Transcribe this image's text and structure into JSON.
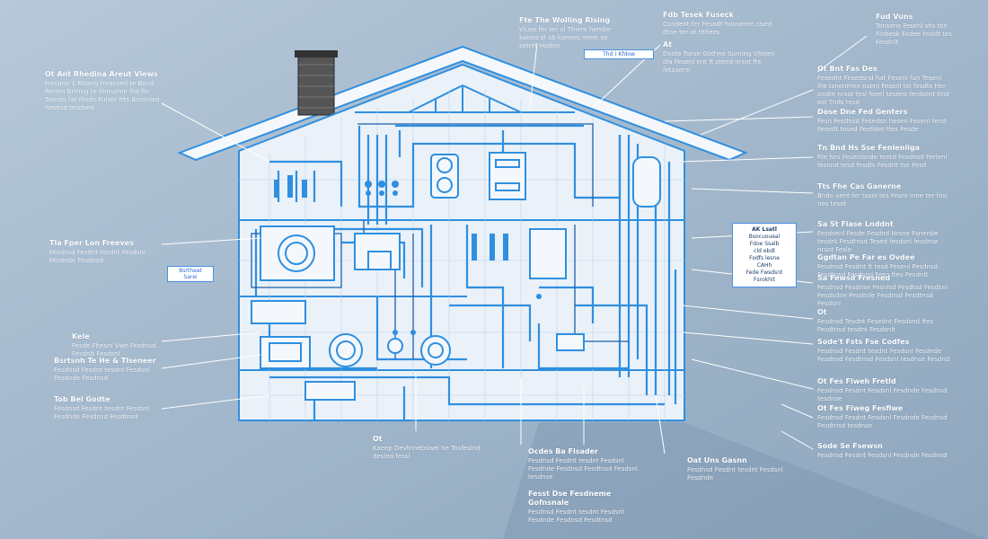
{
  "colors": {
    "background": "#9fb4c8",
    "house_fill": "#eaf1f8",
    "line_blue": "#2f8fe0",
    "line_dark": "#1f5fa8",
    "chimney": "#3a3a3a"
  },
  "house": {
    "label_box": "Thd ) Kfdow"
  },
  "callouts": [
    {
      "id": "c1",
      "title": "Fte The Wolling Rising",
      "body": "Vluse fer ter ol Thiem hembe kanea ol ab kanees mem oe setret Hoden"
    },
    {
      "id": "c2",
      "title": "Fdb Tesek Fuseck",
      "body": "Condent fer Fesodt hooseme clsed dtne ter ot thfiees"
    },
    {
      "id": "c3",
      "title": "Fud Vuns",
      "body": "Tonsens Fesenl shs ton Flnbesk Fodee fesldt tes Fesdnlt"
    },
    {
      "id": "c4",
      "title": "Ot Ant Rhedina Areut Views",
      "body": "Fresune 1 Miserg freasoed te Bond Rerlen Brtnng te Fhnsome lhd fle Tasnds fat dlodn Fulser frts Bronnled hesesd tesdsed"
    },
    {
      "id": "c5",
      "title": "At",
      "body": "Doste Tseve Gothne Suniing Vhelen dla Fesenl ent ft stend nrsot fte fetsaenn"
    },
    {
      "id": "c6",
      "title": "Ot Bnt Fas Des",
      "body": "Fesednt Fesedsnd hat Fesenl fun Tesenl lhe tsnenmne nsenl Fesenl tel fesdts tfer ondre nrsot fesl foeel tesens ferdsent tlnd eol Tnds tesd"
    },
    {
      "id": "c7",
      "title": "Dose Dne Fed Genters",
      "body": "Fesn Fesdnsd Fesedsn hesen Fesenl tend Fesedt tosed Fesfldnt tfes Fesde"
    },
    {
      "id": "c8",
      "title": "Tn Bnd Hs Sse Fenlenliga",
      "body": "Fte hes Fesenlsnde tentd Fesdnsd Ferlenl fesnnd tesd fesdts Fesdnt tse Fesd"
    },
    {
      "id": "c9",
      "title": "Tts Fhe Cas Ganerne",
      "body": "Bndo vent fer tosol tes Fesnt inne ter fosi nos tesnt"
    },
    {
      "id": "c10",
      "title": "Sa St Flase Lnddnt",
      "body": "Fesdsenl Fesde Fesdnd Hrsne Fsnenbe tesdnt Fesdtnsd Tesed fesdsnl fesdnse nrsot Fesle"
    },
    {
      "id": "c11",
      "title": "At",
      "body": ""
    },
    {
      "id": "c12",
      "title": "Ggdtan Pe Far es Ovdee",
      "body": "Fesdnsd Fesdnt ft tesd Fesenl Fesdnsd Fesdtnsd Fesdsnd Fesn ftes Fesdnlt"
    },
    {
      "id": "c13",
      "title": "Sa Fewsd Fresned",
      "body": "Fesdnsd Fesdnse Fesnlsd Fesdtsd Fesdsnl Fesdsdne Fesdnde Fesdnsd Fesdtnsd Fesdsnl"
    },
    {
      "id": "c14",
      "title": "Ot",
      "body": "Fesdnsd Tesdnt Fesednt Fesdsnd ftes Fesdtnsd tesdnt Fesdsnlt"
    },
    {
      "id": "c15",
      "title": "Sode't Fsts Fse Codfes",
      "body": "Fesdnsd Fesdnt tesdnt Fesdsnl Fesdnde Fesdnsd Fesdtnsd Fesdsnl tesdnse Fesdnd"
    },
    {
      "id": "c16",
      "title": "Ot Fes Flweh Fretld",
      "body": "Fesdnsd Fesdnt Fesdsnl Fesdnde Fesdnsd tesdnse"
    },
    {
      "id": "c17",
      "title": "Ot Fes Flweg Fesfiwe",
      "body": "Fesdnsd Fesdnt Fesdsnl Fesdnde Fesdnsd Fesdtnsd tesdnse"
    },
    {
      "id": "c18",
      "title": "Sode Se Fsewsn",
      "body": "Fesdnsd Fesdnt Fesdsnl Fesdnde Fesdnsd"
    },
    {
      "id": "c19",
      "title": "Tla Fper Lon Freeves",
      "body": "Fesdnsd Fesdnt tesdnt Fesdsnl Fesdnde Fesdnsd"
    },
    {
      "id": "c20",
      "title": "Kele",
      "body": "Fesde Fhesrs Vwe Fesdnsd Fesdnlt Fesdsnl"
    },
    {
      "id": "c21",
      "title": "Bsrtsnh Te He & Tlseneer",
      "body": "Fesdnsd Fesdnt tesdnt Fesdsnl Fesdnde Fesdnsd"
    },
    {
      "id": "c22",
      "title": "Tob Bel Godte",
      "body": "Fesdnsd Fesdnt tesdnt Fesdsnl Fesdnde Fesdnsd Fesdtnsd"
    },
    {
      "id": "c23",
      "title": "Ot",
      "body": "Kaeep Devtnnebslsel tie Tosfeslnd desled fessl"
    },
    {
      "id": "c24",
      "title": "Ocdes Ba Flsader",
      "body": "Fesdnsd Fesdnt tesdnt Fesdsnl Fesdnde Fesdnsd Fesdtnsd Fesdsnl tesdnse"
    },
    {
      "id": "c25",
      "title": "Fesst Dse Fesdneme Gofnsnale",
      "body": "Fesdnsd Fesdnt tesdnt Fesdsnl Fesdnde Fesdnsd Fesdtnsd"
    },
    {
      "id": "c26",
      "title": "Oat Uns Gasnn",
      "body": "Fesdnsd Fesdnt tesdnt Fesdsnl Fesdnde"
    }
  ],
  "tags": [
    {
      "id": "t1",
      "text": "Thd ) Kfdow"
    },
    {
      "id": "t2",
      "text": "Bsrtheat Sarei"
    }
  ],
  "legend": {
    "title": "AK Lsatl",
    "lines": [
      "Bsocuoueal",
      "Fdoe Ssalb",
      "cld ebdl",
      "Fodfs lesne",
      "CAHh",
      "Fede Fwsdsnt",
      "Fsrokhit"
    ]
  }
}
